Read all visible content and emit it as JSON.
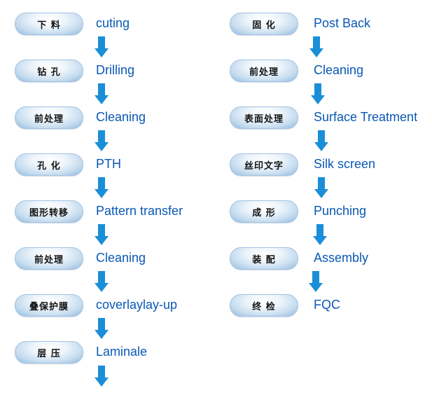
{
  "colors": {
    "arrow": "#1a8fd8",
    "label": "#0a58b5",
    "pill_edge": "#a4c4e2"
  },
  "left_column": [
    {
      "zh": "下 料",
      "en": "cuting"
    },
    {
      "zh": "钻 孔",
      "en": "Drilling"
    },
    {
      "zh": "前处理",
      "en": "Cleaning"
    },
    {
      "zh": "孔 化",
      "en": "PTH"
    },
    {
      "zh": "图形转移",
      "en": "Pattern transfer"
    },
    {
      "zh": "前处理",
      "en": "Cleaning"
    },
    {
      "zh": "叠保护膜",
      "en": "coverlaylay-up"
    },
    {
      "zh": "层 压",
      "en": "Laminale"
    }
  ],
  "right_column": [
    {
      "zh": "固 化",
      "en": "Post Back"
    },
    {
      "zh": "前处理",
      "en": "Cleaning"
    },
    {
      "zh": "表面处理",
      "en": "Surface Treatment"
    },
    {
      "zh": "丝印文字",
      "en": "Silk screen"
    },
    {
      "zh": "成 形",
      "en": "Punching"
    },
    {
      "zh": "装 配",
      "en": "Assembly"
    },
    {
      "zh": "终 检",
      "en": "FQC"
    }
  ]
}
